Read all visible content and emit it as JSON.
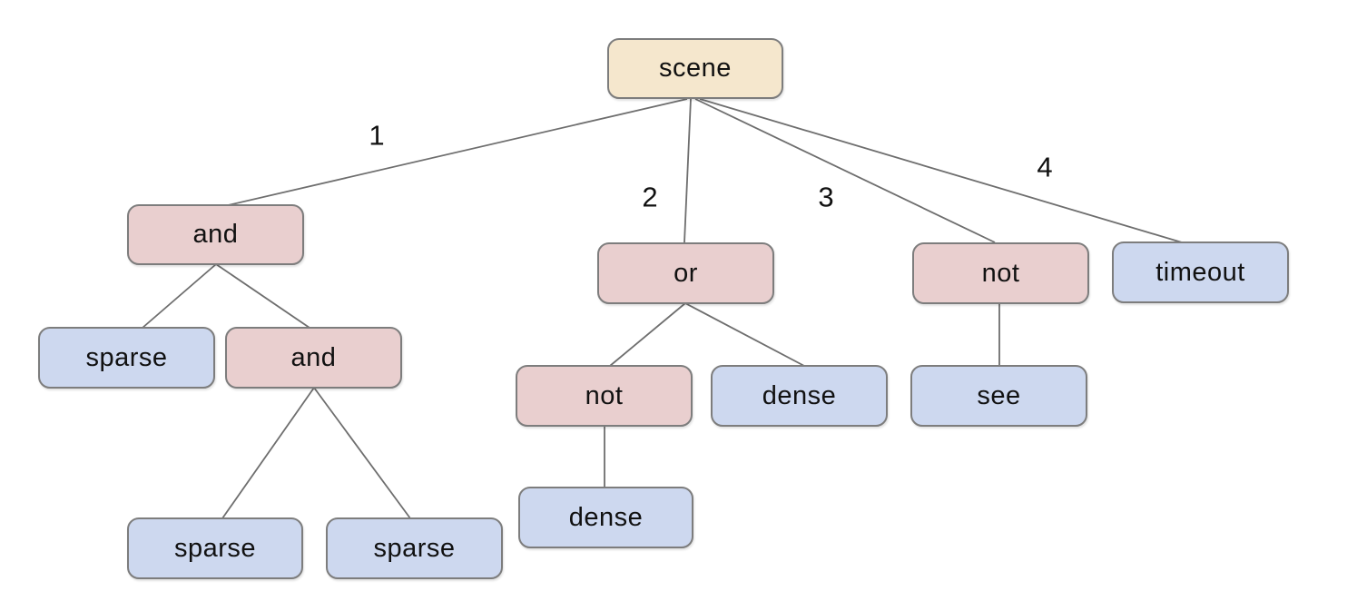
{
  "diagram": {
    "type": "tree",
    "colors": {
      "root_fill": "#f5e7cd",
      "operator_fill": "#e9cfcf",
      "leaf_fill": "#cdd8ef",
      "node_border": "#7d7d7d",
      "edge_stroke": "#6e6e6e",
      "text": "#111111",
      "background": "#ffffff"
    },
    "nodes": {
      "scene": {
        "label": "scene",
        "kind": "root"
      },
      "and1": {
        "label": "and",
        "kind": "operator"
      },
      "or1": {
        "label": "or",
        "kind": "operator"
      },
      "not1": {
        "label": "not",
        "kind": "operator"
      },
      "timeout1": {
        "label": "timeout",
        "kind": "leaf"
      },
      "sparse1": {
        "label": "sparse",
        "kind": "leaf"
      },
      "and2": {
        "label": "and",
        "kind": "operator"
      },
      "not2": {
        "label": "not",
        "kind": "operator"
      },
      "dense1": {
        "label": "dense",
        "kind": "leaf"
      },
      "see1": {
        "label": "see",
        "kind": "leaf"
      },
      "dense2": {
        "label": "dense",
        "kind": "leaf"
      },
      "sparse2": {
        "label": "sparse",
        "kind": "leaf"
      },
      "sparse3": {
        "label": "sparse",
        "kind": "leaf"
      }
    },
    "edge_labels": {
      "e1": "1",
      "e2": "2",
      "e3": "3",
      "e4": "4"
    },
    "edges": [
      {
        "from": "scene",
        "to": "and1",
        "label": "1"
      },
      {
        "from": "scene",
        "to": "or1",
        "label": "2"
      },
      {
        "from": "scene",
        "to": "not1",
        "label": "3"
      },
      {
        "from": "scene",
        "to": "timeout1",
        "label": "4"
      },
      {
        "from": "and1",
        "to": "sparse1"
      },
      {
        "from": "and1",
        "to": "and2"
      },
      {
        "from": "and2",
        "to": "sparse2"
      },
      {
        "from": "and2",
        "to": "sparse3"
      },
      {
        "from": "or1",
        "to": "not2"
      },
      {
        "from": "or1",
        "to": "dense1"
      },
      {
        "from": "not2",
        "to": "dense2"
      },
      {
        "from": "not1",
        "to": "see1"
      }
    ]
  }
}
